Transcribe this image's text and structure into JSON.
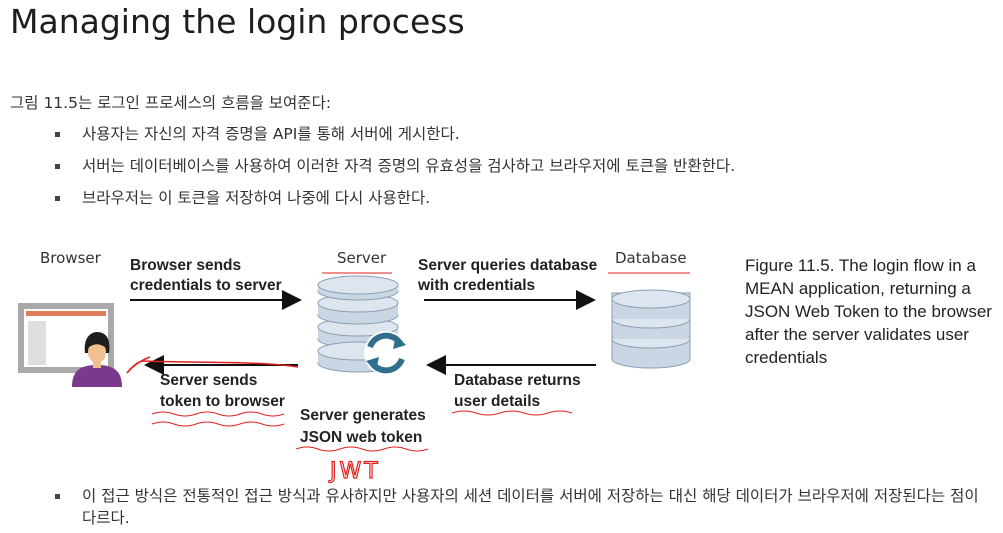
{
  "page": {
    "title": "Managing the login process",
    "intro": "그림 11.5는 로그인 프로세스의 흐름을 보여준다:",
    "bullets": [
      "사용자는 자신의 자격 증명을 API를 통해 서버에 게시한다.",
      "서버는 데이터베이스를 사용하여 이러한 자격 증명의 유효성을 검사하고 브라우저에 토큰을 반환한다.",
      "브라우저는 이 토큰을 저장하여 나중에 다시 사용한다."
    ],
    "last_bullet": "이 접근 방식은 전통적인 접근 방식과 유사하지만 사용자의 세션 데이터를 서버에 저장하는 대신 해당 데이터가 브라우저에 저장된다는 점이 다르다."
  },
  "diagram": {
    "browser_label": "Browser",
    "server_label": "Server",
    "database_label": "Database",
    "step1": [
      "Browser sends",
      "credentials to server"
    ],
    "step2": [
      "Server queries database",
      "with credentials"
    ],
    "step3": [
      "Database returns",
      "user details"
    ],
    "step4": [
      "Server generates",
      "JSON web token"
    ],
    "step5": [
      "Server sends",
      "token to browser"
    ],
    "handwritten_note": "JWT",
    "caption": "Figure 11.5. The login flow in a MEAN application, returning a JSON Web Token to the browser after the server validates user credentials"
  },
  "colors": {
    "annotation_red": "#e0201c",
    "db_blue": "#c9d6e4",
    "db_stroke": "#8a9fb5",
    "sync_teal": "#2f6f8c",
    "avatar_purple": "#7a3a8c"
  }
}
